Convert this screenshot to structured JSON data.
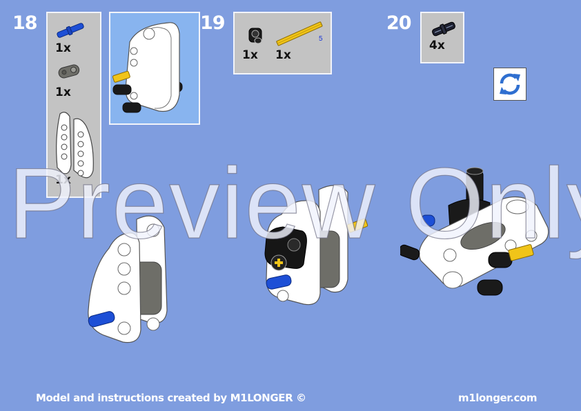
{
  "steps": [
    {
      "number": "18",
      "parts": [
        {
          "name": "blue-pin",
          "qty": "1x",
          "color": "#1d4fd6"
        },
        {
          "name": "gray-liftarm-2",
          "qty": "1x",
          "color": "#6e6e68"
        },
        {
          "name": "white-curved-panel",
          "qty": "1x",
          "color": "#ffffff"
        }
      ]
    },
    {
      "number": "19",
      "parts": [
        {
          "name": "black-cross-block",
          "qty": "1x",
          "color": "#111111"
        },
        {
          "name": "yellow-axle",
          "qty": "1x",
          "length_label": "5",
          "color": "#f0c419"
        }
      ]
    },
    {
      "number": "20",
      "parts": [
        {
          "name": "black-pin-with-friction",
          "qty": "4x",
          "color": "#1a1a1a"
        }
      ]
    }
  ],
  "rotate_icon": "rotate-refresh-icon",
  "watermark": "Preview Only",
  "footer": {
    "credit": "Model and instructions created by M1LONGER ©",
    "website": "m1longer.com"
  },
  "colors": {
    "background": "#7f9ddf",
    "parts_panel": "#c3c3c3",
    "preview_panel": "#88b4ef",
    "rotate_icon": "#2f6fd0"
  }
}
